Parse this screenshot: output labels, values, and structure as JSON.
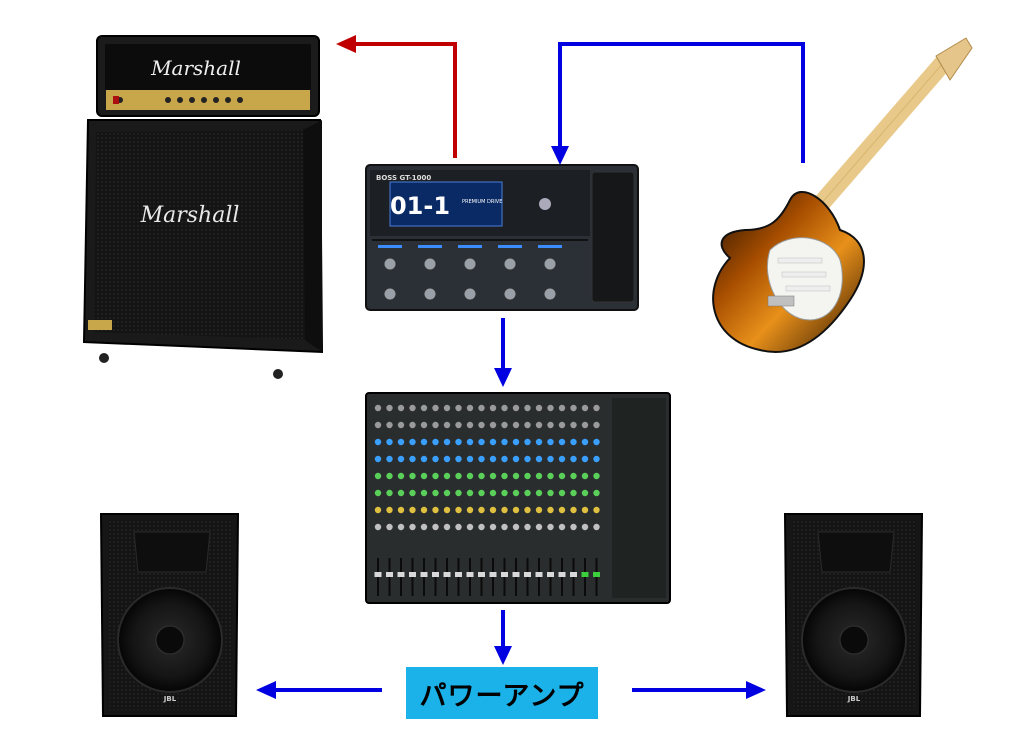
{
  "diagram": {
    "power_amp_label": "パワーアンプ",
    "amp_head_brand": "Marshall",
    "cabinet_brand": "Marshall",
    "processor_brand": "BOSS GT-1000",
    "processor_display": "01-1",
    "processor_patch_name": "PREMIUM DRIVE",
    "speaker_brand": "JBL",
    "colors": {
      "send_arrow": "#c00000",
      "signal_arrow": "#0000e0",
      "label_bg": "#1ab2e8"
    }
  }
}
